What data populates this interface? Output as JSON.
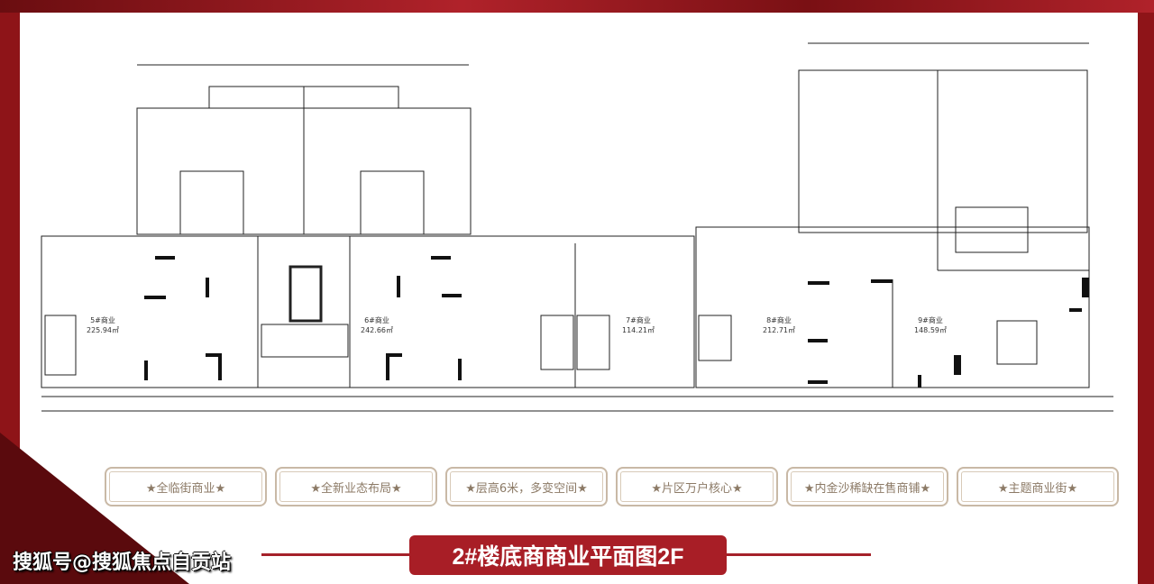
{
  "units": [
    {
      "name": "5#商业",
      "area": "225.94㎡"
    },
    {
      "name": "6#商业",
      "area": "242.66㎡"
    },
    {
      "name": "7#商业",
      "area": "114.21㎡"
    },
    {
      "name": "8#商业",
      "area": "212.71㎡"
    },
    {
      "name": "9#商业",
      "area": "148.59㎡"
    }
  ],
  "badges": [
    "★全临街商业★",
    "★全新业态布局★",
    "★层高6米，多变空间★",
    "★片区万户核心★",
    "★内金沙稀缺在售商铺★",
    "★主题商业街★"
  ],
  "title": "2#楼底商商业平面图2F",
  "watermark": "搜狐号@搜狐焦点自贡站",
  "colors": {
    "frame": "#8e1418",
    "title_bg": "#a81e26",
    "badge_text": "#8c7a66",
    "badge_border": "#c9b9a6"
  }
}
